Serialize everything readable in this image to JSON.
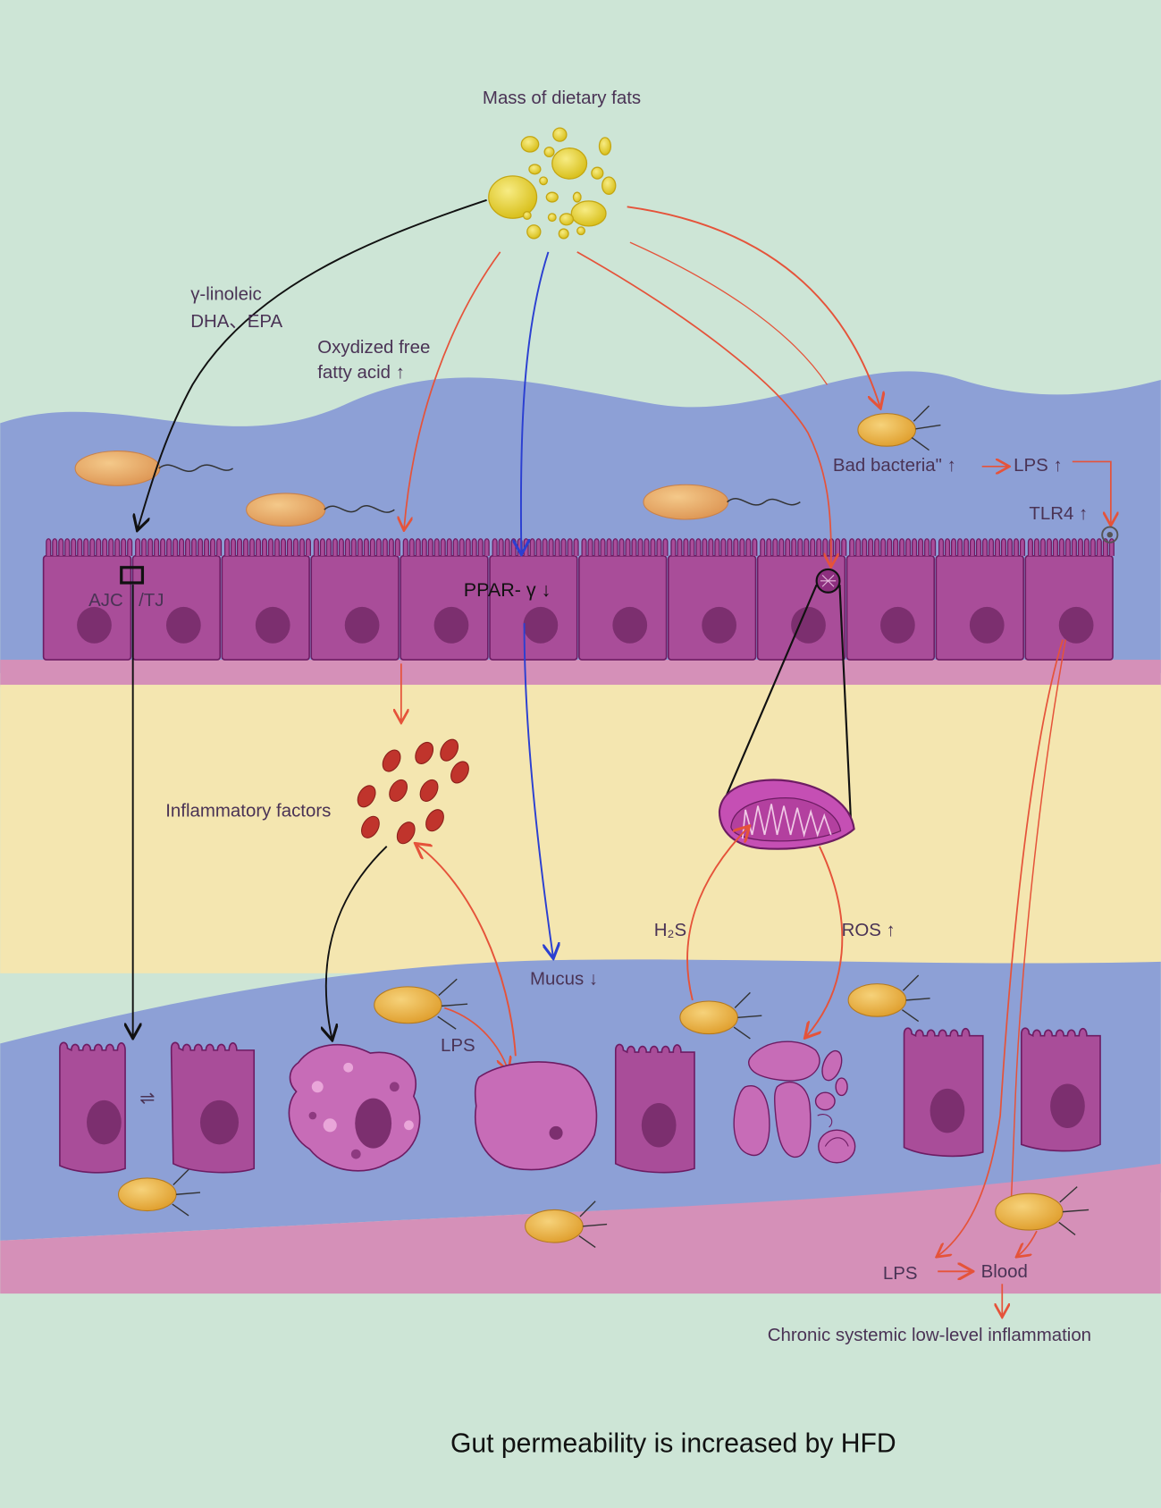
{
  "labels": {
    "dietary_fats": "Mass of dietary fats",
    "linoleic_line1": "γ-linoleic",
    "linoleic_line2": "DHA、EPA",
    "oxidized_line1": "Oxydized free",
    "oxidized_line2": "fatty acid ↑",
    "bad_bacteria": "Bad bacteria\" ↑ ",
    "lps_top": "LPS ↑",
    "tlr4": "TLR4 ↑",
    "ajc": "AJC",
    "tj": "/TJ",
    "ppar": "PPAR- γ ↓",
    "inflammatory": "Inflammatory factors",
    "h2s": "H₂S",
    "ros": "ROS ↑",
    "mucus": "Mucus ↓",
    "lps_mid": "LPS",
    "equilibrium": "⇌",
    "lps_bottom": "LPS",
    "blood": "Blood",
    "chronic": "Chronic systemic low-level inflammation",
    "caption": "Gut permeability is increased by HFD"
  },
  "colors": {
    "background": "#cde5d6",
    "lumen_band": "#8da0d6",
    "lamina_band": "#f4e6b0",
    "pink_band": "#d590b8",
    "cell_fill": "#a94d99",
    "nucleus": "#7c2f6f",
    "bacteria": "#e8a869",
    "bacteria_yellow": "#e8b33e",
    "fat": "#e8d23a",
    "red_arrow": "#e5533a",
    "blue_arrow": "#2b3fd1",
    "black_arrow": "#111111",
    "inflammatory_factor": "#c0342c"
  }
}
